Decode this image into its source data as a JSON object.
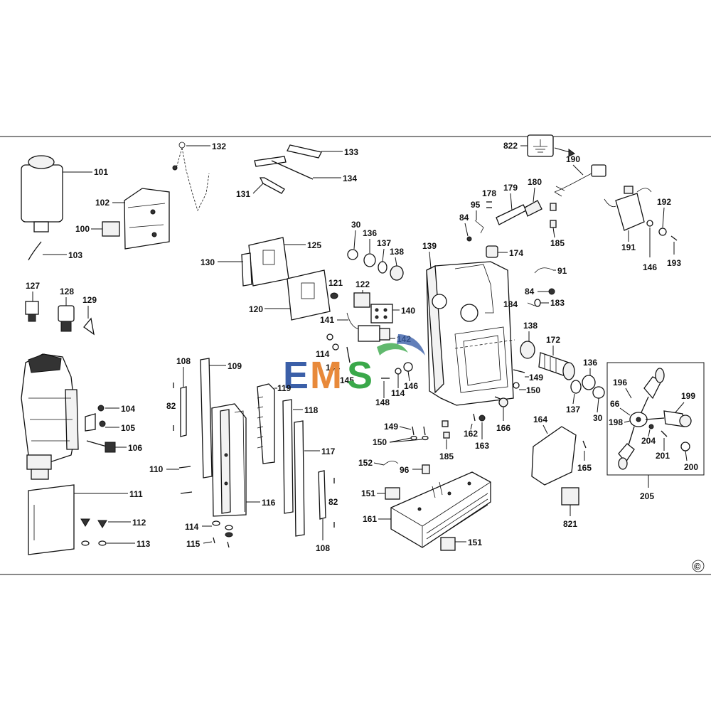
{
  "watermark": {
    "text_e": "E",
    "text_m": "M",
    "text_s": "S",
    "color_e": "#3b5fa8",
    "color_m": "#e8893a",
    "color_s": "#3aa84a"
  },
  "copyright": "©",
  "labels": {
    "l101": "101",
    "l102": "102",
    "l100": "100",
    "l103": "103",
    "l132": "132",
    "l133": "133",
    "l134": "134",
    "l131": "131",
    "l822": "822",
    "l190": "190",
    "l178": "178",
    "l179": "179",
    "l180": "180",
    "l95": "95",
    "l84a": "84",
    "l174": "174",
    "l185a": "185",
    "l192": "192",
    "l191": "191",
    "l146a": "146",
    "l193": "193",
    "l30a": "30",
    "l136a": "136",
    "l137a": "137",
    "l138a": "138",
    "l125": "125",
    "l130": "130",
    "l120": "120",
    "l127": "127",
    "l128": "128",
    "l129": "129",
    "l121": "121",
    "l122": "122",
    "l140": "140",
    "l141": "141",
    "l142": "142",
    "l114a": "114",
    "l144": "144",
    "l145": "145",
    "l148": "148",
    "l114b": "114",
    "l146b": "146",
    "l139": "139",
    "l91": "91",
    "l84b": "84",
    "l184": "184",
    "l183": "183",
    "l138b": "138",
    "l172": "172",
    "l149a": "149",
    "l150a": "150",
    "l136b": "136",
    "l137b": "137",
    "l30b": "30",
    "l108a": "108",
    "l109": "109",
    "l82a": "82",
    "l104": "104",
    "l105": "105",
    "l106": "106",
    "l119": "119",
    "l118": "118",
    "l117": "117",
    "l116": "116",
    "l110": "110",
    "l111": "111",
    "l112": "112",
    "l113": "113",
    "l114c": "114",
    "l115": "115",
    "l82b": "82",
    "l108b": "108",
    "l149b": "149",
    "l150b": "150",
    "l162": "162",
    "l163": "163",
    "l166": "166",
    "l185b": "185",
    "l152": "152",
    "l96": "96",
    "l151a": "151",
    "l161": "161",
    "l151b": "151",
    "l164": "164",
    "l165": "165",
    "l821": "821",
    "l196": "196",
    "l199": "199",
    "l66": "66",
    "l198": "198",
    "l204": "204",
    "l201": "201",
    "l200": "200",
    "l205": "205"
  }
}
